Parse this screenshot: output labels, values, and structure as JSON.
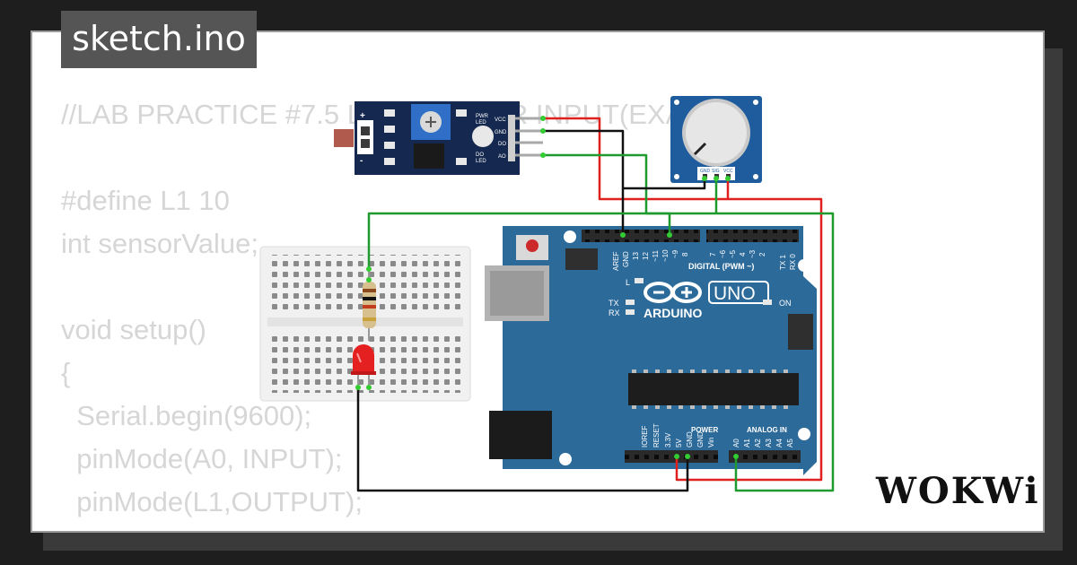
{
  "header": {
    "file_tab": "sketch.ino"
  },
  "code_lines": [
    "//LAB PRACTICE #7.5 LDR SENSOR INPUT(EXAMPLE",
    "",
    "#define L1 10",
    "int sensorValue;",
    "",
    "void setup()",
    "{",
    "  Serial.begin(9600);",
    "  pinMode(A0, INPUT);",
    "  pinMode(L1,OUTPUT);",
    "}"
  ],
  "ldr_module": {
    "plus": "+",
    "minus": "-",
    "pwr_led": "PWR",
    "pwr_led_2": "LED",
    "do_led": "DO",
    "do_led_2": "LED",
    "pins": [
      "VCC",
      "GND",
      "DO",
      "AO"
    ]
  },
  "potentiometer": {
    "pins": [
      "GND",
      "SIG",
      "VCC"
    ]
  },
  "arduino": {
    "brand": "ARDUINO",
    "model": "UNO",
    "on_label": "ON",
    "l_label": "L",
    "tx_label": "TX",
    "rx_label": "RX",
    "digital_label": "DIGITAL (PWM ~)",
    "top_pins": [
      "AREF",
      "GND",
      "13",
      "12",
      "~11",
      "~10",
      "~9",
      "8",
      "7",
      "~6",
      "~5",
      "4",
      "~3",
      "2",
      "TX 1",
      "RX 0"
    ],
    "power_label": "POWER",
    "analog_label": "ANALOG IN",
    "power_pins": [
      "IOREF",
      "RESET",
      "3.3V",
      "5V",
      "GND",
      "GND",
      "Vin"
    ],
    "analog_pins": [
      "A0",
      "A1",
      "A2",
      "A3",
      "A4",
      "A5"
    ]
  },
  "brand": {
    "logo": "WOKWi"
  },
  "colors": {
    "board": "#2c6a9a",
    "wire_red": "#e0201e",
    "wire_green": "#1e9a2e",
    "wire_black": "#111111",
    "module": "#15284f"
  }
}
